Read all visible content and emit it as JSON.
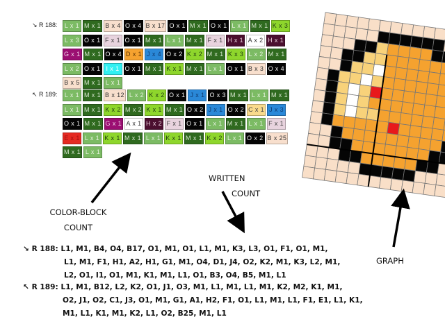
{
  "colors": {
    "L": {
      "bg": "#7cbb64",
      "fg": "#e8f2e0"
    },
    "M": {
      "bg": "#2f6a1f",
      "fg": "#d8e6d0"
    },
    "B": {
      "bg": "#f8dfcd",
      "fg": "#333333"
    },
    "O": {
      "bg": "#050505",
      "fg": "#f0f0f0"
    },
    "K": {
      "bg": "#8ed62c",
      "fg": "#1e3a10"
    },
    "F": {
      "bg": "#e8d3de",
      "fg": "#444444"
    },
    "H": {
      "bg": "#4b0f2f",
      "fg": "#e8d0dc"
    },
    "A": {
      "bg": "#ffffff",
      "fg": "#333333"
    },
    "G": {
      "bg": "#9b0f72",
      "fg": "#f0d0e8"
    },
    "D": {
      "bg": "#f5a22f",
      "fg": "#5a3000"
    },
    "J": {
      "bg": "#2a88d8",
      "fg": "#0f3a70"
    },
    "I": {
      "bg": "#33f0f2",
      "fg": "#ffffff"
    },
    "C": {
      "bg": "#f9da8c",
      "fg": "#444444"
    },
    "E": {
      "bg": "#e52a22",
      "fg": "#a01010"
    }
  },
  "block_count": {
    "rows": [
      {
        "label": "↘ R 188:",
        "lines": [
          [
            "L x 1",
            "M x 1",
            "B x 4",
            "O x 4",
            "B x 17",
            "O x 1",
            "M x 1",
            "O x 1",
            "L x 1",
            "M x 1",
            "K x 3"
          ],
          [
            "L x 3",
            "O x 1",
            "F x 1",
            "O x 1",
            "M x 1",
            "L x 1",
            "M x 1",
            "F x 1",
            "H x 1",
            "A x 2",
            "H x 1"
          ],
          [
            "G x 1",
            "M x 1",
            "O x 4",
            "D x 1",
            "J x 4",
            "O x 2",
            "K x 2",
            "M x 1",
            "K x 3",
            "L x 2",
            "M x 1"
          ],
          [
            "L x 2",
            "O x 1",
            "I x 1",
            "O x 1",
            "M x 1",
            "K x 1",
            "M x 1",
            "L x 1",
            "O x 1",
            "B x 3",
            "O x 4"
          ],
          [
            "B x 5",
            "M x 1",
            "L x 1"
          ]
        ]
      },
      {
        "label": "↖ R 189:",
        "lines": [
          [
            "L x 1",
            "M x 1",
            "B x 12",
            "L x 2",
            "K x 2",
            "O x 1",
            "J x 1",
            "O x 3",
            "M x 1",
            "L x 1",
            "M x 1"
          ],
          [
            "L x 1",
            "M x 1",
            "K x 2",
            "M x 2",
            "K x 1",
            "M x 1",
            "O x 2",
            "J x 1",
            "O x 2",
            "C x 1",
            "J x 3"
          ],
          [
            "O x 1",
            "M x 1",
            "G x 1",
            "A x 1",
            "H x 2",
            "F x 1",
            "O x 1",
            "L x 1",
            "M x 1",
            "L x 1",
            "F x 1"
          ],
          [
            "E x 1",
            "L x 1",
            "K x 1",
            "M x 1",
            "L x 1",
            "K x 1",
            "M x 1",
            "K x 2",
            "L x 1",
            "O x 2",
            "B x 25"
          ],
          [
            "M x 1",
            "L x 1"
          ]
        ]
      }
    ]
  },
  "labels": {
    "color_block_1": "COLOR-BLOCK",
    "color_block_2": "COUNT",
    "written_1": "WRITTEN",
    "written_2": "COUNT",
    "graph": "GRAPH"
  },
  "written_count": [
    {
      "lines": [
        "↘ R 188: L1, M1, B4, O4, B17, O1, M1, O1, L1, M1, K3, L3, O1, F1, O1, M1,",
        "L1, M1, F1, H1, A2, H1, G1, M1, O4, D1, J4, O2, K2, M1, K3, L2, M1,",
        "L2, O1, I1, O1, M1, K1, M1, L1, O1, B3, O4, B5, M1, L1"
      ]
    },
    {
      "lines": [
        "↖ R 189: L1, M1, B12, L2, K2, O1, J1, O3, M1, L1, M1, L1, M1, K2, M2, K1, M1,",
        "O2, J1, O2, C1, J3, O1, M1, G1, A1, H2, F1, O1, L1, M1, L1, F1, E1, L1, K1,",
        "M1, L1, K1, M1, K2, L1, O2, B25, M1, L1"
      ]
    }
  ],
  "graph_colors": {
    "bg": "#f9dfc8",
    "outline": "#050505",
    "fill": "#f5a22f",
    "light": "#f8d27a",
    "shine": "#ffffff",
    "star": "#e8191b",
    "grid": "#777777"
  }
}
